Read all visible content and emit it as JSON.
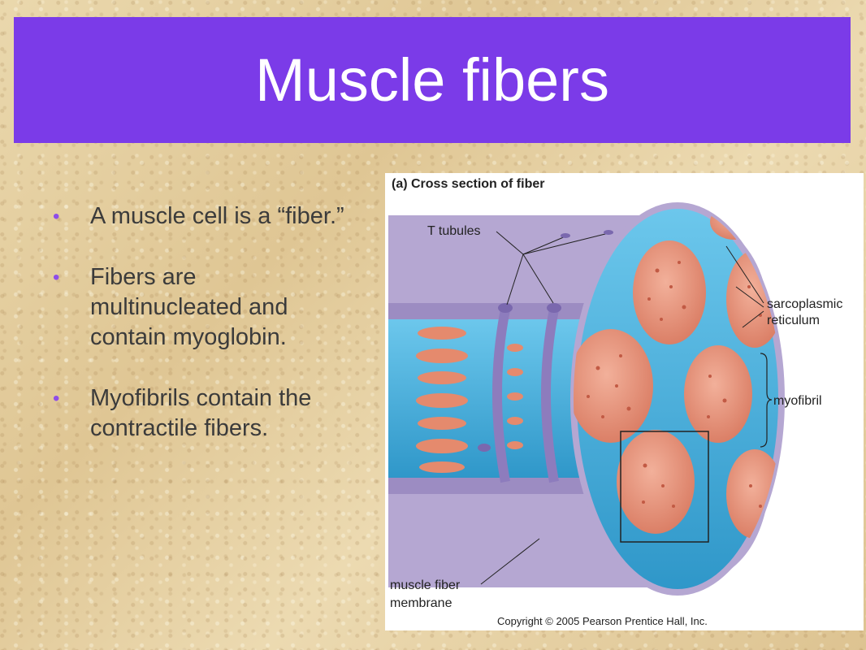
{
  "slide": {
    "title": "Muscle fibers",
    "bullets": [
      "A muscle cell is a “fiber.”",
      "Fibers are multinucleated and contain myoglobin.",
      "Myofibrils contain the contractile fibers."
    ]
  },
  "figure": {
    "heading": "(a) Cross section of fiber",
    "labels": {
      "t_tubules": "T tubules",
      "sarcoplasmic_1": "sarcoplasmic",
      "sarcoplasmic_2": "reticulum",
      "myofibril": "myofibril",
      "membrane_1": "muscle fiber",
      "membrane_2": "membrane"
    },
    "copyright": "Copyright © 2005 Pearson Prentice Hall, Inc."
  },
  "colors": {
    "title_bar": "#7b3be8",
    "bullet": "#8e4de8",
    "membrane": "#a99ac8",
    "reticulum": "#3aa9d6",
    "myofibril": "#e8957c"
  }
}
